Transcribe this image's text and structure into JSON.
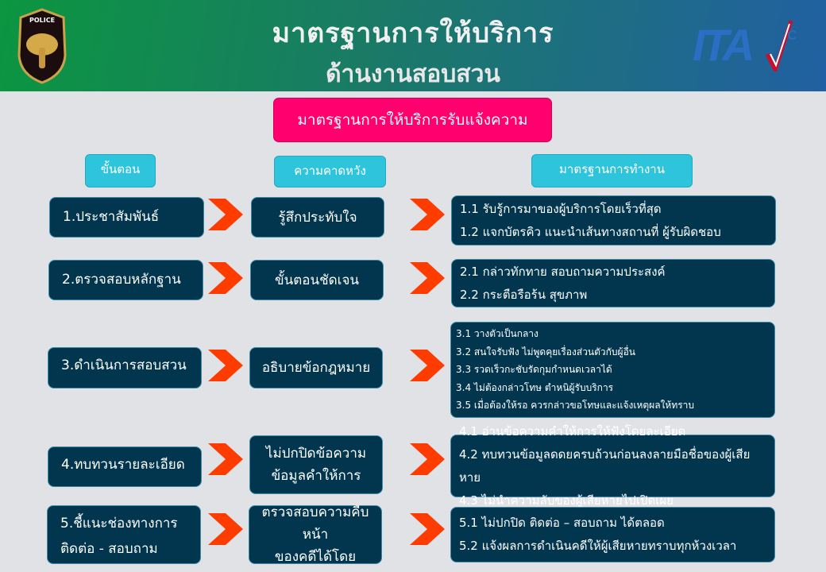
{
  "header": {
    "title": "มาตรฐานการให้บริการ",
    "subtitle": "ด้านงานสอบสวน",
    "badge_text": "POLICE",
    "logo_text": "ITA"
  },
  "banner": "มาตรฐานการให้บริการรับแจ้งความ",
  "columns": {
    "step": "ขั้นตอน",
    "expectation": "ความคาดหวัง",
    "standard": "มาตรฐานการทำงาน"
  },
  "colors": {
    "header_start": "#0b9640",
    "header_end": "#2160a2",
    "banner": "#ff006e",
    "column_header": "#2ec4dc",
    "box": "#02364f",
    "arrow": "#ff3c00"
  },
  "rows": [
    {
      "step": [
        "1.ประชาสัมพันธ์"
      ],
      "expectation": [
        "รู้สึกประทับใจ"
      ],
      "standards": [
        "1.1 รับรู้การมาของผู้บริการโดยเร็วที่สุด",
        "1.2 แจกบัตรคิว แนะนำเส้นทางสถานที่ ผู้รับผิดชอบ"
      ]
    },
    {
      "step": [
        "2.ตรวจสอบหลักฐาน"
      ],
      "expectation": [
        "ขั้นตอนชัดเจน"
      ],
      "standards": [
        "2.1 กล่าวทักทาย สอบถามความประสงค์",
        "2.2 กระตือรือร้น สุขภาพ"
      ]
    },
    {
      "step": [
        "3.ดำเนินการสอบสวน"
      ],
      "expectation": [
        "อธิบายข้อกฎหมาย"
      ],
      "standards": [
        "3.1 วางตัวเป็นกลาง",
        "3.2 สนใจรับฟัง ไม่พูดคุยเรื่องส่วนตัวกับผู้อื่น",
        "3.3 รวดเร็วกะชับรัดกุมกำหนดเวลาได้",
        "3.4 ไม่ต้องกล่าวโทษ ตำหนิผู้รับบริการ",
        "3.5 เมื่อต้องให้รอ ควรกล่าวขอโทษและแจ้งเหตุผลให้ทราบ"
      ]
    },
    {
      "step": [
        "4.ทบทวนรายละเอียด"
      ],
      "expectation": [
        "ไม่ปกปิดข้อความ",
        "ข้อมูลคำให้การ"
      ],
      "standards": [
        "4.1 อ่านข้อความคำให้การให้ฟังโดยละเอียด",
        "4.2 ทบทวนข้อมูลดดยครบถ้วนก่อนลงลายมือชื่อของผู้เสียหาย",
        "4.3 ไม่นำความลับของผู้เสียหายไปเปิดเผย"
      ]
    },
    {
      "step": [
        "5.ชี้แนะช่องทางการ",
        "ติดต่อ - สอบถาม"
      ],
      "expectation": [
        "ตรวจสอบความคืบหน้า",
        "ของคดีได้โดย"
      ],
      "standards": [
        "5.1 ไม่ปกปิด ติดต่อ – สอบถาม ได้ตลอด",
        "5.2 แจ้งผลการดำเนินคดีให้ผู้เสียหายทราบทุกห้วงเวลา"
      ]
    }
  ]
}
